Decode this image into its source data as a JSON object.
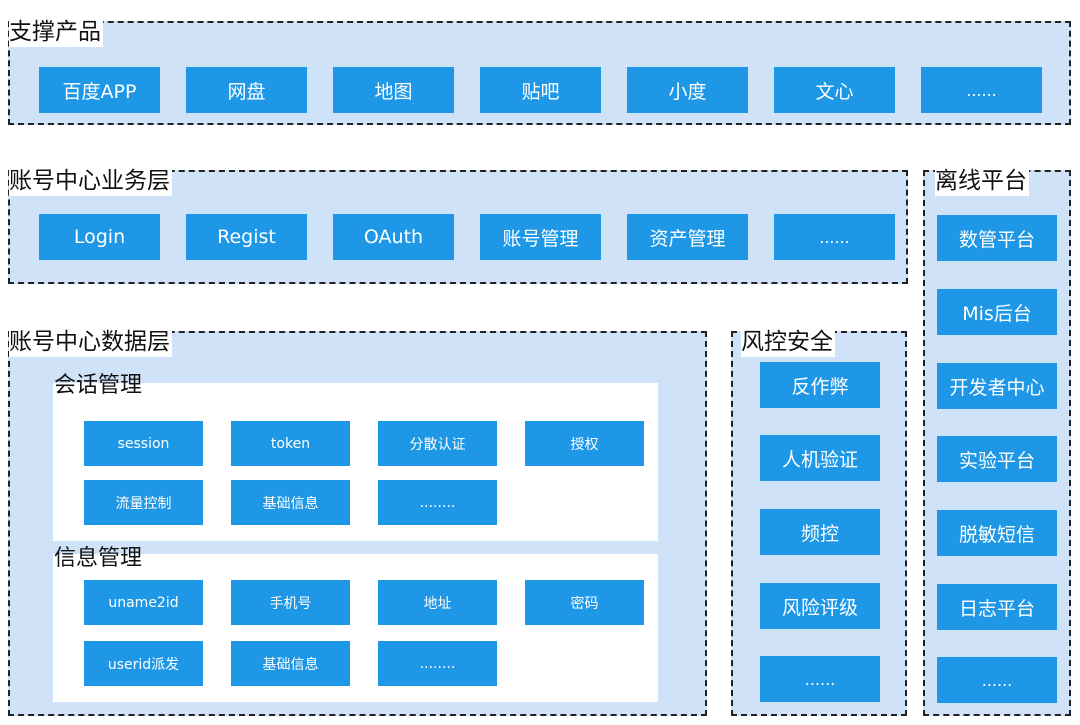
{
  "support_products": {
    "title": "支撑产品",
    "items": [
      "百度APP",
      "网盘",
      "地图",
      "贴吧",
      "小度",
      "文心",
      "......"
    ]
  },
  "business_layer": {
    "title": "账号中心业务层",
    "items": [
      "Login",
      "Regist",
      "OAuth",
      "账号管理",
      "资产管理",
      "......"
    ]
  },
  "offline_platform": {
    "title": "离线平台",
    "items": [
      "数管平台",
      "Mis后台",
      "开发者中心",
      "实验平台",
      "脱敏短信",
      "日志平台",
      "......"
    ]
  },
  "data_layer": {
    "title": "账号中心数据层",
    "session_mgmt": {
      "title": "会话管理",
      "items": [
        "session",
        "token",
        "分散认证",
        "授权",
        "流量控制",
        "基础信息",
        "........"
      ]
    },
    "info_mgmt": {
      "title": "信息管理",
      "items": [
        "uname2id",
        "手机号",
        "地址",
        "密码",
        "userid派发",
        "基础信息",
        "........"
      ]
    }
  },
  "risk_security": {
    "title": "风控安全",
    "items": [
      "反作弊",
      "人机验证",
      "频控",
      "风险评级",
      "......"
    ]
  }
}
